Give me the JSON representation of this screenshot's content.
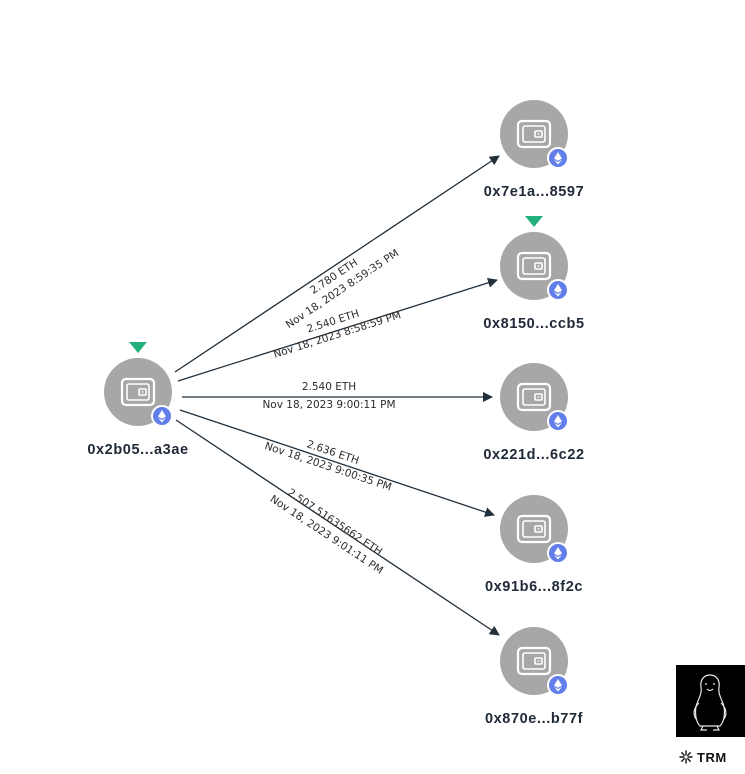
{
  "colors": {
    "node_fill": "#a7a7a7",
    "node_icon": "#ffffff",
    "eth_badge": "#627eea",
    "edge": "#22303c",
    "marker": "#22b07d",
    "watermark_bg": "#000000"
  },
  "source": {
    "id": "src",
    "label": "0x2b05...a3ae",
    "icon": "wallet-icon",
    "badge_icon": "ethereum-icon",
    "marked": true
  },
  "targets": [
    {
      "id": "t1",
      "label": "0x7e1a...8597",
      "icon": "wallet-icon",
      "badge_icon": "ethereum-icon",
      "marked": false
    },
    {
      "id": "t2",
      "label": "0x8150...ccb5",
      "icon": "wallet-icon",
      "badge_icon": "ethereum-icon",
      "marked": true
    },
    {
      "id": "t3",
      "label": "0x221d...6c22",
      "icon": "wallet-icon",
      "badge_icon": "ethereum-icon",
      "marked": false
    },
    {
      "id": "t4",
      "label": "0x91b6...8f2c",
      "icon": "wallet-icon",
      "badge_icon": "ethereum-icon",
      "marked": false
    },
    {
      "id": "t5",
      "label": "0x870e...b77f",
      "icon": "wallet-icon",
      "badge_icon": "ethereum-icon",
      "marked": false
    }
  ],
  "edges": [
    {
      "from": "src",
      "to": "t1",
      "amount": "2.780 ETH",
      "timestamp": "Nov 18, 2023 8:59:35 PM"
    },
    {
      "from": "src",
      "to": "t2",
      "amount": "2.540 ETH",
      "timestamp": "Nov 18, 2023 8:58:59 PM"
    },
    {
      "from": "src",
      "to": "t3",
      "amount": "2.540 ETH",
      "timestamp": "Nov 18, 2023 9:00:11 PM"
    },
    {
      "from": "src",
      "to": "t4",
      "amount": "2.636 ETH",
      "timestamp": "Nov 18, 2023 9:00:35 PM"
    },
    {
      "from": "src",
      "to": "t5",
      "amount": "2.507.51635662 ETH",
      "timestamp": "Nov 18, 2023 9:01:11 PM"
    }
  ],
  "watermark": {
    "icon": "penguin-figure-icon"
  },
  "brand": {
    "text": "TRM",
    "icon": "trm-asterisk-icon"
  }
}
